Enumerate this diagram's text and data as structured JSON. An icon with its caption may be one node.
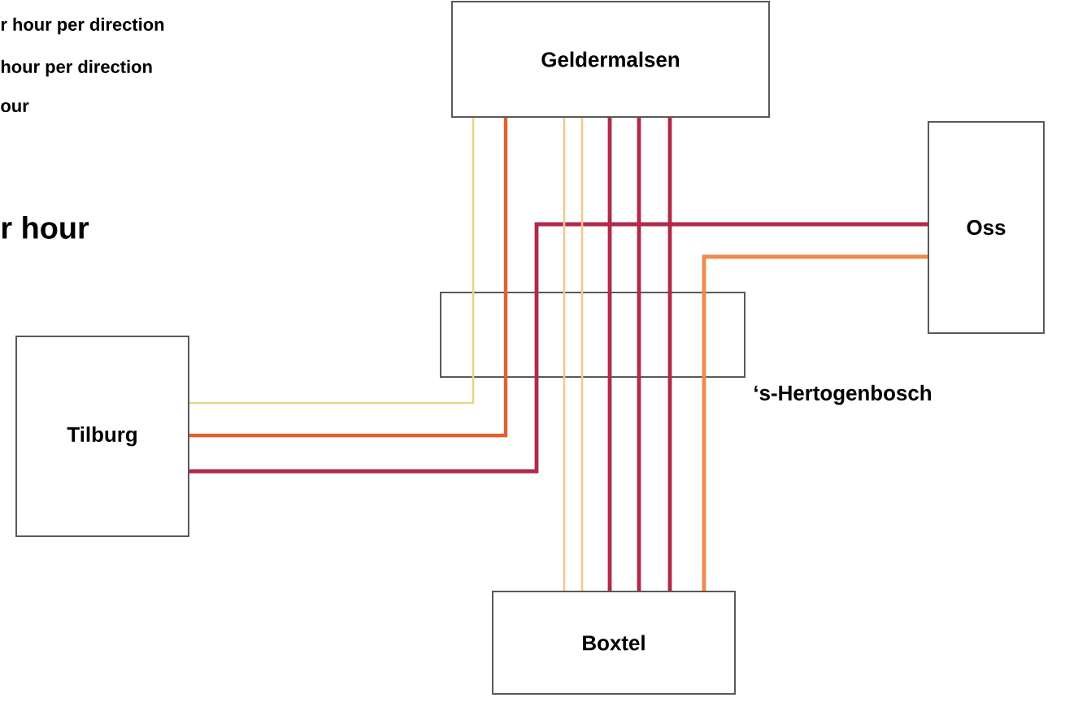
{
  "diagram": {
    "nodes": [
      {
        "text": [
          "Geldermalsen"
        ]
      },
      {
        "text": [
          "Oss"
        ]
      },
      {
        "text": [
          "Tilburg"
        ]
      },
      {
        "text": [
          "Boxtel"
        ]
      }
    ],
    "edges": [
      {
        "from": 2,
        "to": 0,
        "arrow": "none",
        "color": "#e8d48a"
      },
      {
        "from": 2,
        "to": 0,
        "arrow": "none",
        "color": "#e4602e"
      },
      {
        "from": 2,
        "to": 1,
        "arrow": "none",
        "color": "#b02a4a"
      },
      {
        "from": 0,
        "to": 3,
        "arrow": "none",
        "color": "#f0c890"
      },
      {
        "from": 0,
        "to": 3,
        "arrow": "none",
        "color": "#f0c890"
      },
      {
        "from": 0,
        "to": 3,
        "arrow": "none",
        "color": "#b02a4a"
      },
      {
        "from": 0,
        "to": 3,
        "arrow": "none",
        "color": "#b02a4a"
      },
      {
        "from": 0,
        "to": 3,
        "arrow": "none",
        "color": "#b02a4a"
      },
      {
        "from": 1,
        "to": 3,
        "arrow": "none",
        "color": "#f08a4a"
      }
    ],
    "labels": [
      "r hour per direction",
      "hour per direction",
      "our",
      "r hour",
      "‘s-Hertogenbosch"
    ]
  }
}
